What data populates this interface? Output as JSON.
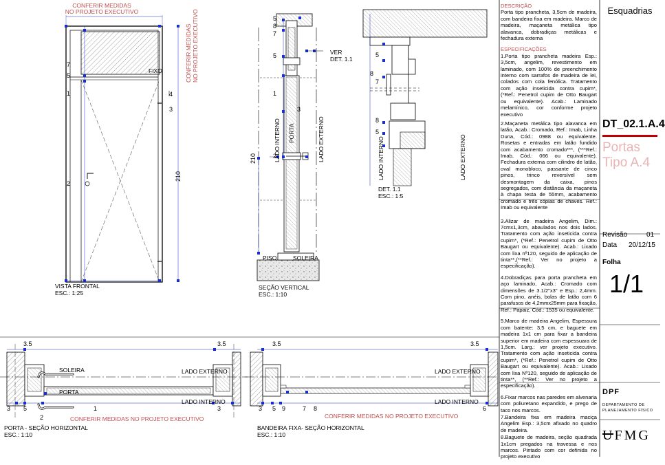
{
  "labels": {
    "conferir_top": "CONFERIR MEDIDAS",
    "conferir_top2": "NO PROJETO EXECUTIVO",
    "conferir_side1": "CONFERIR MEDIDAS",
    "conferir_side2": "NO PROJETO EXECUTIVO",
    "fixo": "FIXO",
    "vista_frontal": "VISTA FRONTAL",
    "esc_25": "ESC.: 1:25",
    "secao_vertical": "SEÇÃO VERTICAL",
    "esc_10": "ESC.: 1:10",
    "piso": "PISO",
    "soleira": "SOLEIRA",
    "lado_interno": "LADO INTERNO",
    "lado_externo": "LADO EXTERNO",
    "porta": "PORTA",
    "ver_det": "VER",
    "ver_det2": "DET. 1.1",
    "det_11": "DET. 1.1",
    "esc_5": "ESC.: 1:5",
    "porta_secao_h": "PORTA - SEÇÃO HORIZONTAL",
    "bandeira_secao_h": "BANDEIRA FIXA- SEÇÃO HORIZONTAL",
    "conferir_bottom": "CONFERIR MEDIDAS NO PROJETO EXECUTIVO",
    "conferir_bottom2": "CONFERIR MEDIDAS NO PROJETO EXECUTIVO"
  },
  "dims": {
    "d7": "7",
    "d5": "5",
    "d1": "1",
    "d2": "2",
    "d4": "4",
    "d3": "3",
    "d8": "8",
    "d9": "9",
    "d6": "6",
    "d210": "210",
    "d35": "3.5"
  },
  "description": {
    "title": "DESCRIÇÃO",
    "text": "Porta tipo prancheta, 3,5cm de madeira, com bandeira fixa em madeira. Marco de madeira, maçaneta metálica tipo alavanca, dobradiças metálicas e fechadura externa",
    "spec_title": "ESPECIFICAÇÕES",
    "items": [
      "1.Porta tipo prancheta madeira Esp.: 3,5cm, angelim, revestimento em laminado, com 100% de preenchimento interno com sarrafos de madeira de lei, colados com cola fenólica. Tratamento com ação inseticida contra cupim*, (*Ref.: Penetrol cupim de Otto Baugart ou equivalente). Acab.: Laminado melamínico, cor conforme projeto executivo",
      "2.Maçaneta metálica tipo alavanca em latão, Acab.: Cromado, Ref.: Imab, Linha Duna, Cód.: 0988 ou equivalente. Rosetas e entradas em latão fundido com acabamento cromado***, (***Ref.: Imab, Cód.: 066 ou equivalente). Fechadura externa com cilindro de latão, oval monobloco, passante de cinco pinos, trinco reversível sem desmontagem da caixa, pinos segregados, com distância da maçaneta à chapa testa de 55mm, acabamento cromado e três cópias de chaves. Ref.: Imab ou equivalente",
      "3.Alizar de madeira Angelim, Dim.: 7cmx1,3cm, abaulados nos dois lados. Tratamento com ação inseticida contra cupim*, (*Ref.: Penetrol cupim de Otto Baugart ou equivalente). Acab.: Lixado com lixa nº120, seguido de aplicação de tinta**,(**Ref.: Ver no projeto a especificação).",
      "4.Dobradiças para porta prancheta em aço laminado, Acab.: Cromado com dimensões de 3.1/2\"x3\" e Esp.: 2,4mm. Com pino, anéis, bolas de latão com 6 parafusos de 4,2mmx25mm para fixação, Ref.: Papaiz, Cód.: 1535 ou equivalente.",
      "5.Marco de madeira Angelim, Espessura com batente: 3,5 cm, e baguete em madeira 1x1 cm para fixar a bandeira superior em madeira com espessuara de 1,5cm. Larg.: ver projeto executivo. Tratamento com ação inseticida contra cupim*, (*Ref.: Penetrol cupim de Otto Baugart ou equivalente). Acab.: Lixado com lixa Nº120, seguido de aplicação de tinta**, (**Ref.: Ver no projeto a especificação).",
      "6.Fixar marcos nas paredes em alvenaria com poliuretano expandido, e prego de taco nos marcos.",
      "7.Bandeira fixa em madeira maciça Angelim Esp.: 3,5cm afixado no quadro de madeira.",
      "8.Baguete de madeira, seção quadrada 1x1cm pregados na travessa e nos marcos. Pintado com cor definida no projeto executivo"
    ]
  },
  "titleblock": {
    "category": "Esquadrias",
    "code": "DT_02.1.A.4",
    "name1": "Portas",
    "name2": "Tipo A.4",
    "revisao_label": "Revisão",
    "revisao_value": "01",
    "data_label": "Data",
    "data_value": "20/12/15",
    "folha_label": "Folha",
    "folha_value": "1/1",
    "dpf": "DPF",
    "dpf_sub1": "DEPARTAMENTO DE",
    "dpf_sub2": "PLANEJAMENTO FÍSICO",
    "ufmg": "UFMG"
  },
  "colors": {
    "accent_red": "#c0504d",
    "dim_blue": "#1a2fc9",
    "code_red": "#c00000",
    "portas_red": "#e8b4b4"
  }
}
